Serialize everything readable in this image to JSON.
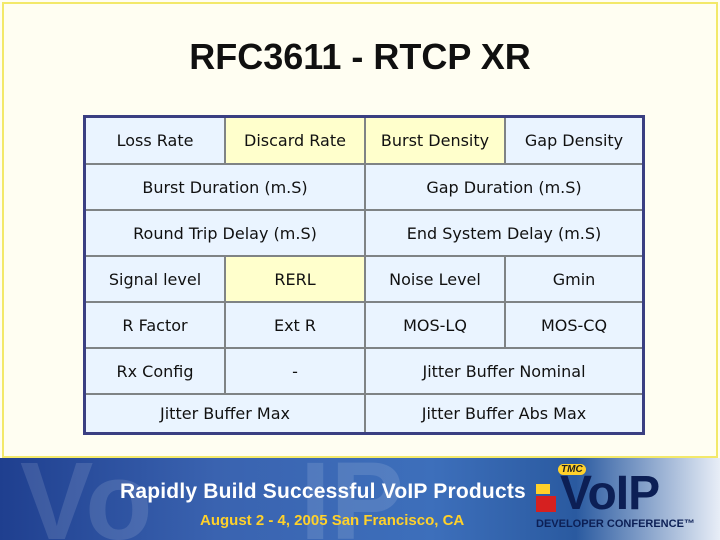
{
  "slide": {
    "title": "RFC3611 - RTCP XR"
  },
  "table": {
    "row1": [
      "Loss Rate",
      "Discard Rate",
      "Burst Density",
      "Gap Density"
    ],
    "row2": [
      "Burst Duration (m.S)",
      "Gap Duration (m.S)"
    ],
    "row3": [
      "Round Trip Delay (m.S)",
      "End System Delay (m.S)"
    ],
    "row4": [
      "Signal level",
      "RERL",
      "Noise Level",
      "Gmin"
    ],
    "row5": [
      "R Factor",
      "Ext R",
      "MOS-LQ",
      "MOS-CQ"
    ],
    "row6": [
      "Rx Config",
      "-",
      "Jitter Buffer Nominal"
    ],
    "row7": [
      "Jitter Buffer Max",
      "Jitter Buffer Abs Max"
    ]
  },
  "banner": {
    "tagline": "Rapidly Build Successful VoIP Products",
    "dates": "August 2 - 4, 2005 San Francisco, CA",
    "logo_tag": "TMC",
    "logo_word": "VoIP",
    "logo_sub": "DEVELOPER CONFERENCE™"
  },
  "colors": {
    "table_border": "#3a3f82",
    "cell_blue": "#eaf4ff",
    "cell_yellow": "#ffffcc",
    "frame_yellow": "#f3e96a",
    "banner_blue": "#2a5aa0",
    "banner_gold": "#ffd12a"
  }
}
